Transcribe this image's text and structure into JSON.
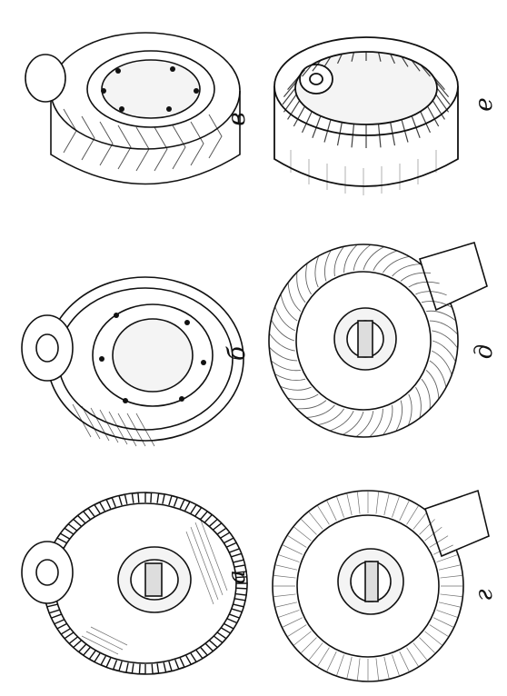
{
  "figure": {
    "orientation": "rotated-90-ccw",
    "background": "#ffffff",
    "ink": "#111111",
    "panels": [
      {
        "key": "a",
        "label": "а",
        "gear": "spur-gear-pair",
        "icon": "spur-gear-icon"
      },
      {
        "key": "b",
        "label": "б",
        "gear": "helical-gear-pair",
        "icon": "helical-gear-icon"
      },
      {
        "key": "v",
        "label": "в",
        "gear": "herringbone-gear-pair",
        "icon": "herringbone-gear-icon"
      },
      {
        "key": "g",
        "label": "г",
        "gear": "straight-bevel-gear-pair",
        "icon": "bevel-gear-icon"
      },
      {
        "key": "d",
        "label": "д",
        "gear": "spiral-bevel-gear-pair",
        "icon": "spiral-bevel-gear-icon"
      },
      {
        "key": "e",
        "label": "е",
        "gear": "internal-gear-pair",
        "icon": "internal-gear-icon"
      }
    ]
  }
}
